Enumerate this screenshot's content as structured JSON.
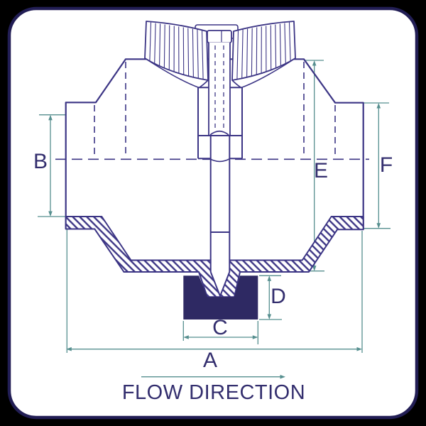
{
  "scene": {
    "background": "#000000"
  },
  "card": {
    "background": "#ffffff",
    "border_color": "#221e55"
  },
  "colors": {
    "outline": "#3c3585",
    "dark_fill": "#2e2963",
    "dimension": "#568f8f",
    "label": "#332e6e"
  },
  "diagram": {
    "type": "valve cross-section with wing handle",
    "labels": {
      "A": "A",
      "B": "B",
      "C": "C",
      "D": "D",
      "E": "E",
      "F": "F"
    },
    "flow_label": "FLOW DIRECTION"
  }
}
